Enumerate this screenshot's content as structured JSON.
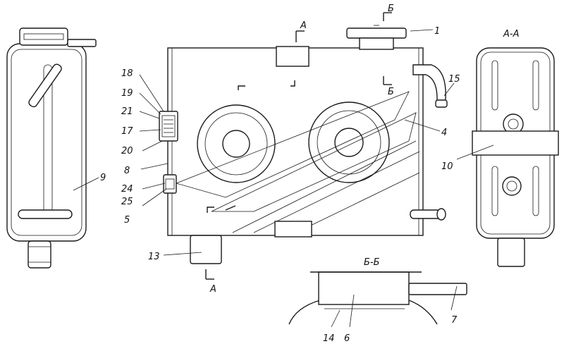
{
  "labels": {
    "l1": "1",
    "l4": "4",
    "l5": "5",
    "l6": "6",
    "l7": "7",
    "l8": "8",
    "l9": "9",
    "l10": "10",
    "l13": "13",
    "l14": "14",
    "l15": "15",
    "l17": "17",
    "l18": "18",
    "l19": "19",
    "l20": "20",
    "l21": "21",
    "l24": "24",
    "l25": "25"
  },
  "sections": {
    "aa_title": "А-А",
    "bb_title": "Б-Б",
    "a_mark": "А",
    "b_mark": "Б"
  }
}
